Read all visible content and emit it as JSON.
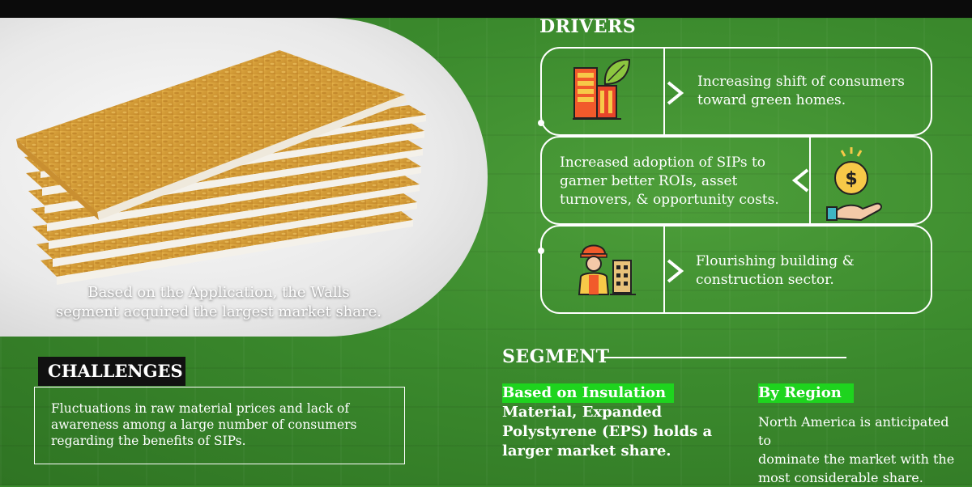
{
  "product": {
    "caption_line1": "Based on the Application, the Walls",
    "caption_line2": "segment acquired the largest market share."
  },
  "drivers": {
    "title": "DRIVERS",
    "items": [
      {
        "icon": "green-building-icon",
        "text_line1": "Increasing shift of consumers",
        "text_line2": "toward green homes."
      },
      {
        "icon": "money-hand-icon",
        "text_line1": "Increased adoption of SIPs to",
        "text_line2": "garner better ROIs, asset",
        "text_line3": "turnovers, & opportunity costs."
      },
      {
        "icon": "construction-worker-icon",
        "text_line1": "Flourishing building &",
        "text_line2": "construction sector."
      }
    ]
  },
  "challenges": {
    "title": "CHALLENGES",
    "text_line1": "Fluctuations in raw material prices and lack of",
    "text_line2": "awareness among a large number of consumers",
    "text_line3": "regarding the benefits of SIPs."
  },
  "segment": {
    "title": "SEGMENT",
    "insulation": {
      "line1": "Based on Insulation",
      "line2": "Material, Expanded",
      "line3": "Polystyrene (EPS) holds a",
      "line4": "larger market share."
    },
    "region": {
      "heading": "By Region",
      "line1": "North America is anticipated to",
      "line2": "dominate the market with the",
      "line3": "most considerable share."
    }
  },
  "colors": {
    "background": "#3a8a2c",
    "highlight": "#1ed41e",
    "label_dark": "#111111",
    "board": "#d9a43c"
  }
}
